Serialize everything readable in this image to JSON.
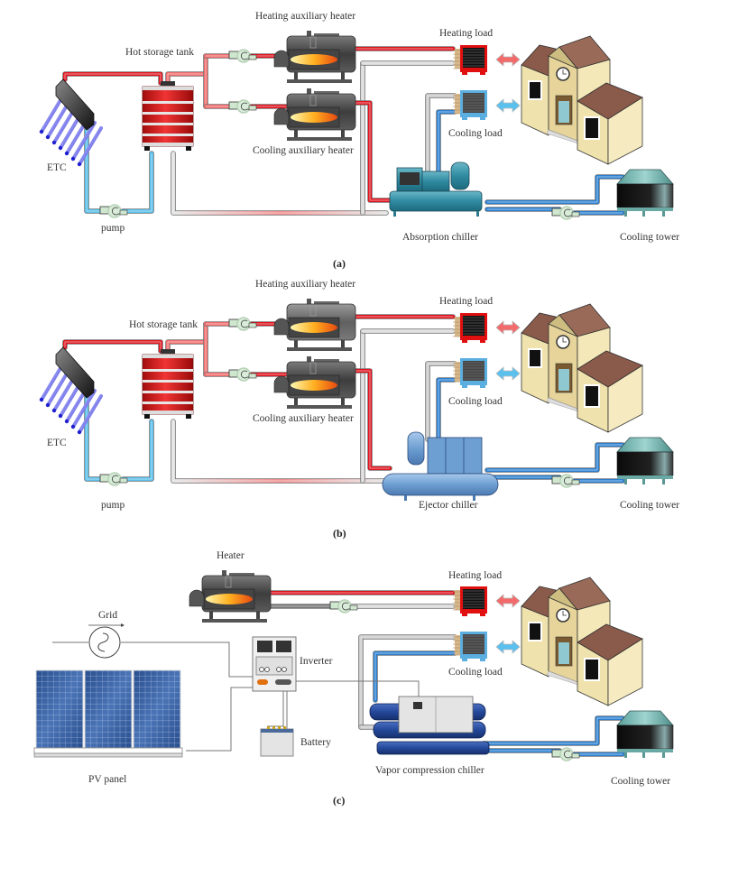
{
  "figure": {
    "panels": [
      {
        "caption": "(a)",
        "labels": {
          "heating_aux": "Heating auxiliary heater",
          "hot_tank": "Hot storage tank",
          "heating_load": "Heating load",
          "cooling_load": "Cooling load",
          "cooling_aux": "Cooling auxiliary heater",
          "etc": "ETC",
          "pump": "pump",
          "chiller": "Absorption chiller",
          "cooling_tower": "Cooling tower"
        }
      },
      {
        "caption": "(b)",
        "labels": {
          "heating_aux": "Heating auxiliary heater",
          "hot_tank": "Hot storage tank",
          "heating_load": "Heating load",
          "cooling_load": "Cooling load",
          "cooling_aux": "Cooling auxiliary heater",
          "etc": "ETC",
          "pump": "pump",
          "chiller": "Ejector chiller",
          "cooling_tower": "Cooling tower"
        }
      },
      {
        "caption": "(c)",
        "labels": {
          "heater": "Heater",
          "heating_load": "Heating load",
          "grid": "Grid",
          "inverter": "Inverter",
          "cooling_load": "Cooling load",
          "battery": "Battery",
          "chiller": "Vapor  compression chiller",
          "pv_panel": "PV panel",
          "cooling_tower": "Cooling tower"
        }
      }
    ],
    "colors": {
      "hot_pipe": "#e0141e",
      "cold_pipe": "#2a7fd0",
      "light_blue_pipe": "#56bde8",
      "return_pipe": "#d8d8d8",
      "heater_body": "#555555",
      "tank": "#d81c1c",
      "chiller_teal": "#3a93a8",
      "ejector_blue": "#6a9fd0",
      "vcc_navy": "#24489a",
      "roof": "#8a5a4a",
      "wall": "#efe2ad",
      "pv_blue": "#2f5a9a"
    }
  }
}
